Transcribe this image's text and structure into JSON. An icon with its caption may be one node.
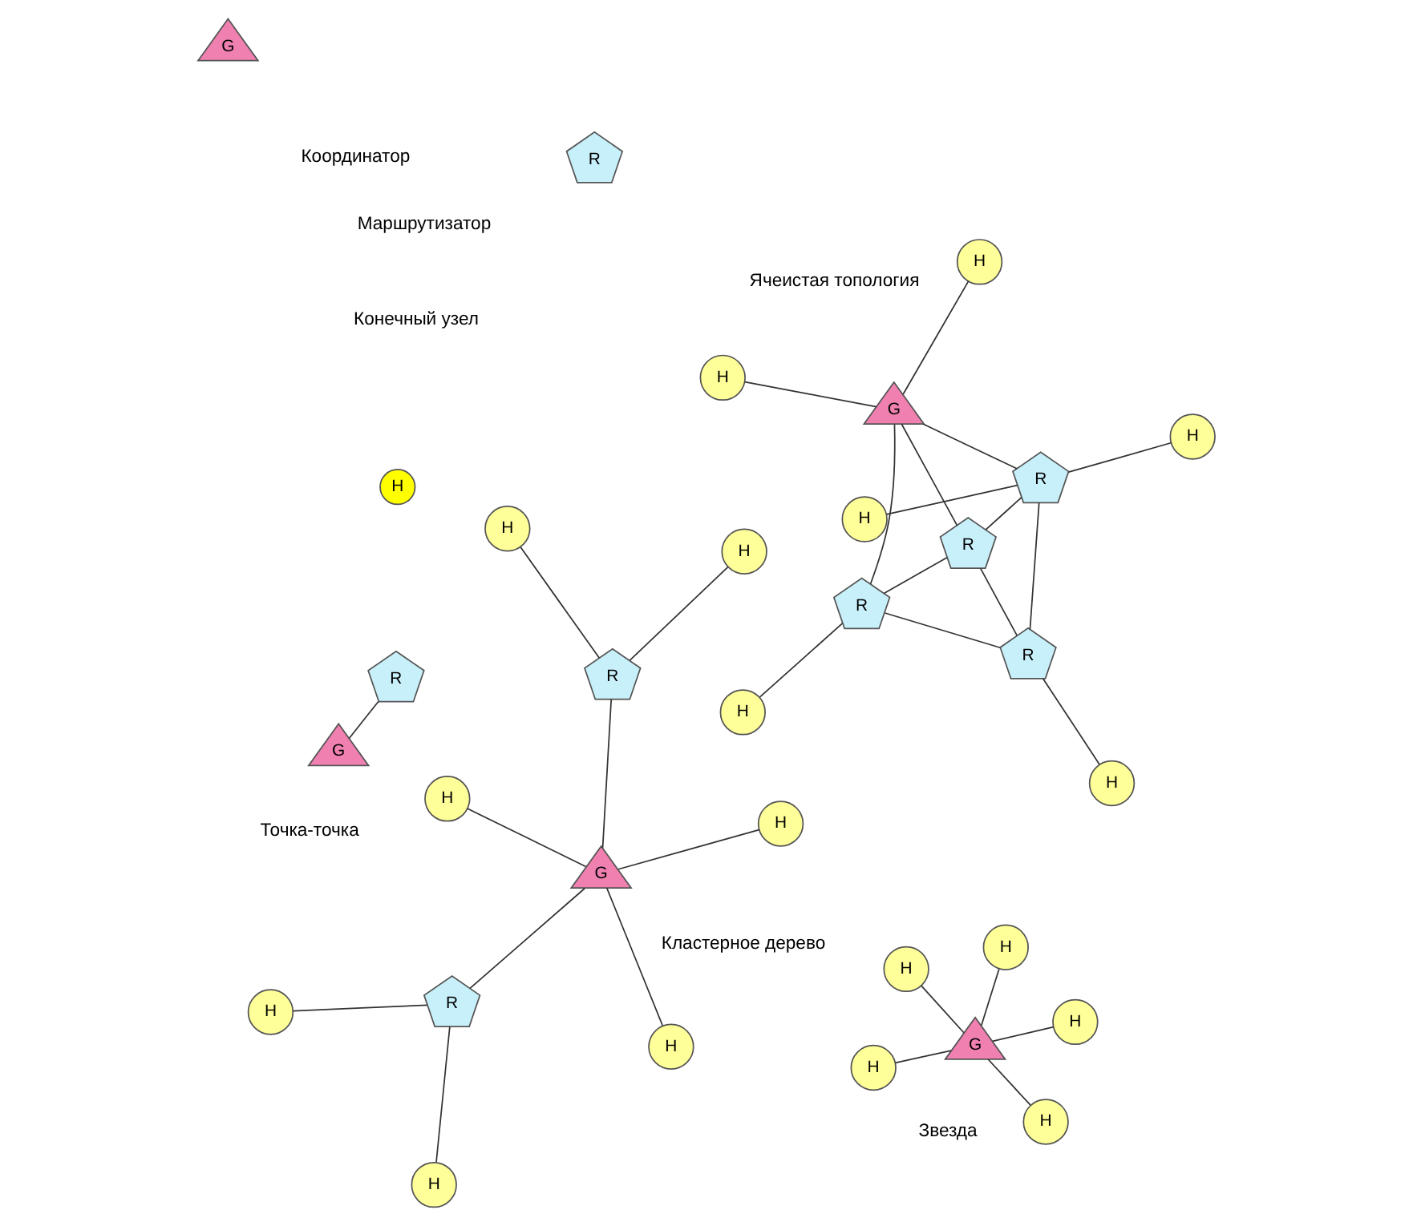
{
  "diagram": {
    "nodes": [
      {
        "text": [
          "G"
        ]
      },
      {
        "text": [
          "R"
        ]
      },
      {
        "text": [
          "H"
        ]
      },
      {
        "text": [
          "H"
        ]
      },
      {
        "text": [
          "G"
        ]
      },
      {
        "text": [
          "H"
        ]
      },
      {
        "text": [
          "H"
        ]
      },
      {
        "text": [
          "H"
        ]
      },
      {
        "text": [
          "H"
        ]
      },
      {
        "text": [
          "H"
        ]
      },
      {
        "text": [
          "H"
        ]
      },
      {
        "text": [
          "G"
        ]
      },
      {
        "text": [
          "R"
        ]
      },
      {
        "text": [
          "R"
        ]
      },
      {
        "text": [
          "H"
        ]
      },
      {
        "text": [
          "R"
        ]
      },
      {
        "text": [
          "R"
        ]
      },
      {
        "text": [
          "H"
        ]
      },
      {
        "text": [
          "H"
        ]
      },
      {
        "text": [
          "H"
        ]
      },
      {
        "text": [
          "H"
        ]
      },
      {
        "text": [
          "H"
        ]
      },
      {
        "text": [
          "G"
        ]
      },
      {
        "text": [
          "R"
        ]
      },
      {
        "text": [
          "H"
        ]
      },
      {
        "text": [
          "R"
        ]
      },
      {
        "text": [
          "H"
        ]
      },
      {
        "text": [
          "H"
        ]
      },
      {
        "text": [
          "H"
        ]
      },
      {
        "text": [
          "G"
        ]
      },
      {
        "text": [
          "R"
        ]
      },
      {
        "text": [
          "H"
        ]
      }
    ],
    "edges": [
      {
        "from": 0,
        "to": 1,
        "arrow": "none"
      },
      {
        "from": 4,
        "to": 2,
        "arrow": "none"
      },
      {
        "from": 4,
        "to": 3,
        "arrow": "none"
      },
      {
        "from": 4,
        "to": 5,
        "arrow": "none"
      },
      {
        "from": 4,
        "to": 6,
        "arrow": "none"
      },
      {
        "from": 4,
        "to": 7,
        "arrow": "none"
      },
      {
        "from": 11,
        "to": 8,
        "arrow": "none"
      },
      {
        "from": 11,
        "to": 9,
        "arrow": "none"
      },
      {
        "from": 11,
        "to": 12,
        "arrow": "none"
      },
      {
        "from": 10,
        "to": 12,
        "arrow": "none"
      },
      {
        "from": 11,
        "to": 13,
        "arrow": "none"
      },
      {
        "from": 11,
        "to": 15,
        "arrow": "none"
      },
      {
        "from": 12,
        "to": 13,
        "arrow": "none"
      },
      {
        "from": 12,
        "to": 16,
        "arrow": "none"
      },
      {
        "from": 13,
        "to": 15,
        "arrow": "none"
      },
      {
        "from": 13,
        "to": 16,
        "arrow": "none"
      },
      {
        "from": 14,
        "to": 15,
        "arrow": "none"
      },
      {
        "from": 15,
        "to": 16,
        "arrow": "none"
      },
      {
        "from": 15,
        "to": 17,
        "arrow": "none"
      },
      {
        "from": 16,
        "to": 18,
        "arrow": "none"
      },
      {
        "from": 22,
        "to": 19,
        "arrow": "none"
      },
      {
        "from": 22,
        "to": 20,
        "arrow": "none"
      },
      {
        "from": 22,
        "to": 21,
        "arrow": "none"
      },
      {
        "from": 22,
        "to": 23,
        "arrow": "none"
      },
      {
        "from": 22,
        "to": 25,
        "arrow": "none"
      },
      {
        "from": 23,
        "to": 24,
        "arrow": "none"
      },
      {
        "from": 23,
        "to": 26,
        "arrow": "none"
      },
      {
        "from": 25,
        "to": 27,
        "arrow": "none"
      },
      {
        "from": 25,
        "to": 28,
        "arrow": "none"
      }
    ],
    "labels": [
      "Звезда",
      "Точка-точка",
      "Ячеистая топология",
      "Кластерное дерево"
    ],
    "legend": [
      {
        "text": "Координатор"
      },
      {
        "text": "Маршрутизатор"
      },
      {
        "text": "Конечный узел"
      }
    ]
  }
}
